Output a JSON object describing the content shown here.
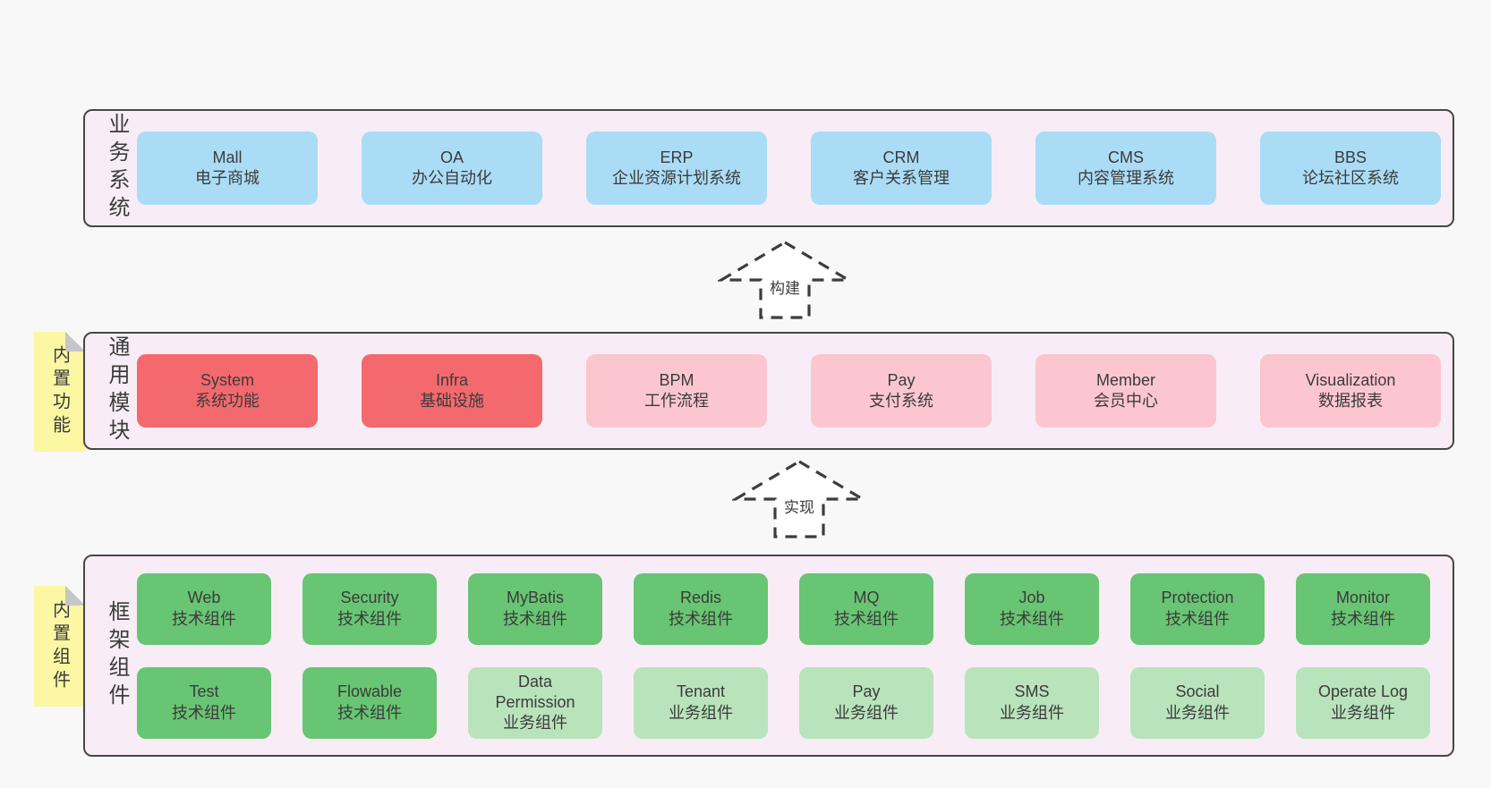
{
  "diagram": {
    "layers": [
      {
        "side_label": "业务系统",
        "boxes": [
          {
            "title": "Mall",
            "subtitle": "电子商城"
          },
          {
            "title": "OA",
            "subtitle": "办公自动化"
          },
          {
            "title": "ERP",
            "subtitle": "企业资源计划系统"
          },
          {
            "title": "CRM",
            "subtitle": "客户关系管理"
          },
          {
            "title": "CMS",
            "subtitle": "内容管理系统"
          },
          {
            "title": "BBS",
            "subtitle": "论坛社区系统"
          }
        ]
      },
      {
        "side_label": "通用模块",
        "note_label": "内置功能",
        "boxes": [
          {
            "title": "System",
            "subtitle": "系统功能"
          },
          {
            "title": "Infra",
            "subtitle": "基础设施"
          },
          {
            "title": "BPM",
            "subtitle": "工作流程"
          },
          {
            "title": "Pay",
            "subtitle": "支付系统"
          },
          {
            "title": "Member",
            "subtitle": "会员中心"
          },
          {
            "title": "Visualization",
            "subtitle": "数据报表"
          }
        ]
      },
      {
        "side_label": "框架组件",
        "note_label": "内置组件",
        "rows": [
          [
            {
              "title": "Web",
              "subtitle": "技术组件"
            },
            {
              "title": "Security",
              "subtitle": "技术组件"
            },
            {
              "title": "MyBatis",
              "subtitle": "技术组件"
            },
            {
              "title": "Redis",
              "subtitle": "技术组件"
            },
            {
              "title": "MQ",
              "subtitle": "技术组件"
            },
            {
              "title": "Job",
              "subtitle": "技术组件"
            },
            {
              "title": "Protection",
              "subtitle": "技术组件"
            },
            {
              "title": "Monitor",
              "subtitle": "技术组件"
            }
          ],
          [
            {
              "title": "Test",
              "subtitle": "技术组件"
            },
            {
              "title": "Flowable",
              "subtitle": "技术组件"
            },
            {
              "title": "Data Permission",
              "subtitle": "业务组件"
            },
            {
              "title": "Tenant",
              "subtitle": "业务组件"
            },
            {
              "title": "Pay",
              "subtitle": "业务组件"
            },
            {
              "title": "SMS",
              "subtitle": "业务组件"
            },
            {
              "title": "Social",
              "subtitle": "业务组件"
            },
            {
              "title": "Operate Log",
              "subtitle": "业务组件"
            }
          ]
        ]
      }
    ],
    "arrows": [
      {
        "label": "构建"
      },
      {
        "label": "实现"
      }
    ],
    "colors": {
      "page_bg": "#f8f8f8",
      "layer_bg": "#f8edf6",
      "layer_border": "#474747",
      "box_blue": "#abdcf6",
      "box_red": "#f4696d",
      "box_pink": "#fbc6d0",
      "box_green_dark": "#68c573",
      "box_green_light": "#b9e3bb",
      "note_yellow": "#fbf7a3",
      "text": "#3b3b3b"
    }
  }
}
